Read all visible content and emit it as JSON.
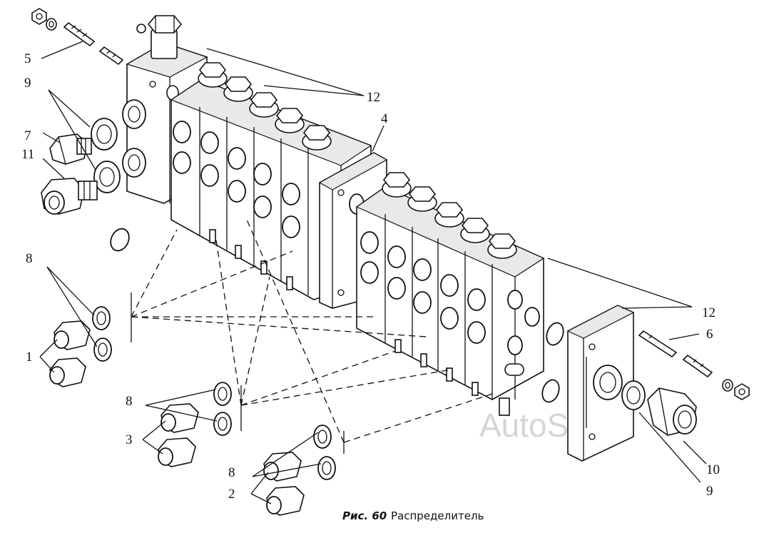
{
  "figure": {
    "caption_number": "Рис. 60",
    "caption_title": "Распределитель",
    "watermark": "AutoSoft"
  },
  "callouts": [
    {
      "id": "c5",
      "text": "5"
    },
    {
      "id": "c9a",
      "text": "9"
    },
    {
      "id": "c7",
      "text": "7"
    },
    {
      "id": "c11",
      "text": "11"
    },
    {
      "id": "c12a",
      "text": "12"
    },
    {
      "id": "c4",
      "text": "4"
    },
    {
      "id": "c8a",
      "text": "8"
    },
    {
      "id": "c1",
      "text": "1"
    },
    {
      "id": "c8b",
      "text": "8"
    },
    {
      "id": "c3",
      "text": "3"
    },
    {
      "id": "c8c",
      "text": "8"
    },
    {
      "id": "c2",
      "text": "2"
    },
    {
      "id": "c12b",
      "text": "12"
    },
    {
      "id": "c6",
      "text": "6"
    },
    {
      "id": "c10",
      "text": "10"
    },
    {
      "id": "c9b",
      "text": "9"
    }
  ]
}
